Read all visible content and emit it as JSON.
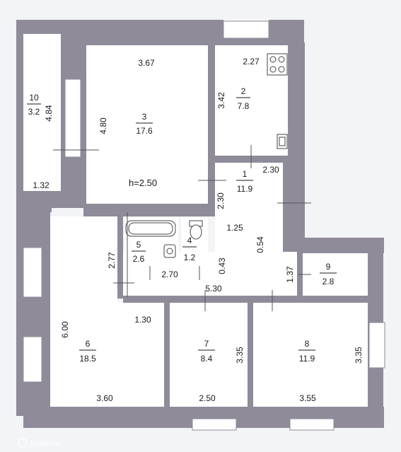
{
  "rooms": [
    {
      "id": "1",
      "area": "11.9"
    },
    {
      "id": "2",
      "area": "7.8"
    },
    {
      "id": "3",
      "area": "17.6"
    },
    {
      "id": "4",
      "area": "1.2"
    },
    {
      "id": "5",
      "area": "2.6"
    },
    {
      "id": "6",
      "area": "18.5"
    },
    {
      "id": "7",
      "area": "8.4"
    },
    {
      "id": "8",
      "area": "11.9"
    },
    {
      "id": "9",
      "area": "2.8"
    },
    {
      "id": "10",
      "area": "3.2"
    }
  ],
  "dimensions": {
    "r3_top": "3.67",
    "r3_side": "4.80",
    "ceiling": "h=2.50",
    "r2_top": "2.27",
    "r2_side": "3.42",
    "r1_width": "2.30",
    "r1_height": "2.30",
    "r1_inner": "1.25",
    "r1_gap": "0.54",
    "r10_side": "4.84",
    "r10_bottom": "1.32",
    "r5_side": "2.77",
    "r5_bottom": "2.70",
    "r4_gap": "0.43",
    "corridor": "5.30",
    "r9_side": "1.37",
    "r6_side": "6.00",
    "r6_inner": "1.30",
    "r6_bottom": "3.60",
    "r7_side": "3.35",
    "r7_bottom": "2.50",
    "r8_side": "3.35",
    "r8_bottom": "3.55"
  },
  "watermark": "Домклик"
}
